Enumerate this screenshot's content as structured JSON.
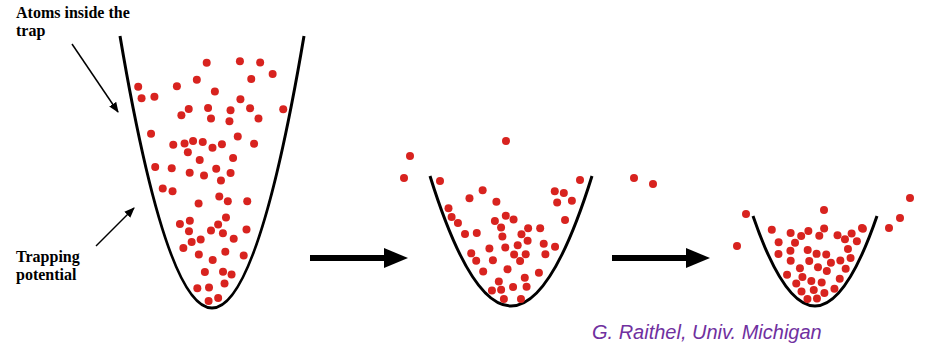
{
  "diagram": {
    "labels": [
      "Atoms inside the trap",
      "Trapping potential",
      "G. Raithel, Univ. Michigan"
    ]
  }
}
